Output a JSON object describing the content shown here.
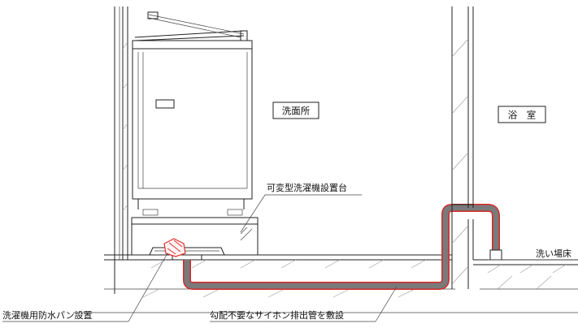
{
  "diagram": {
    "room_labels": {
      "washroom": "洗面所",
      "bathroom": "浴　室"
    },
    "annotations": {
      "stand": "可変型洗濯機設置台",
      "wash_area": "洗い場床",
      "pan": "洗濯機用防水パン設置",
      "pipe": "勾配不要なサイホン排出管を敷設"
    },
    "colors": {
      "pipe_outline": "#d42a2a",
      "pipe_fill": "#7a7a7a",
      "fitting": "#e03030",
      "line": "#222222"
    }
  }
}
